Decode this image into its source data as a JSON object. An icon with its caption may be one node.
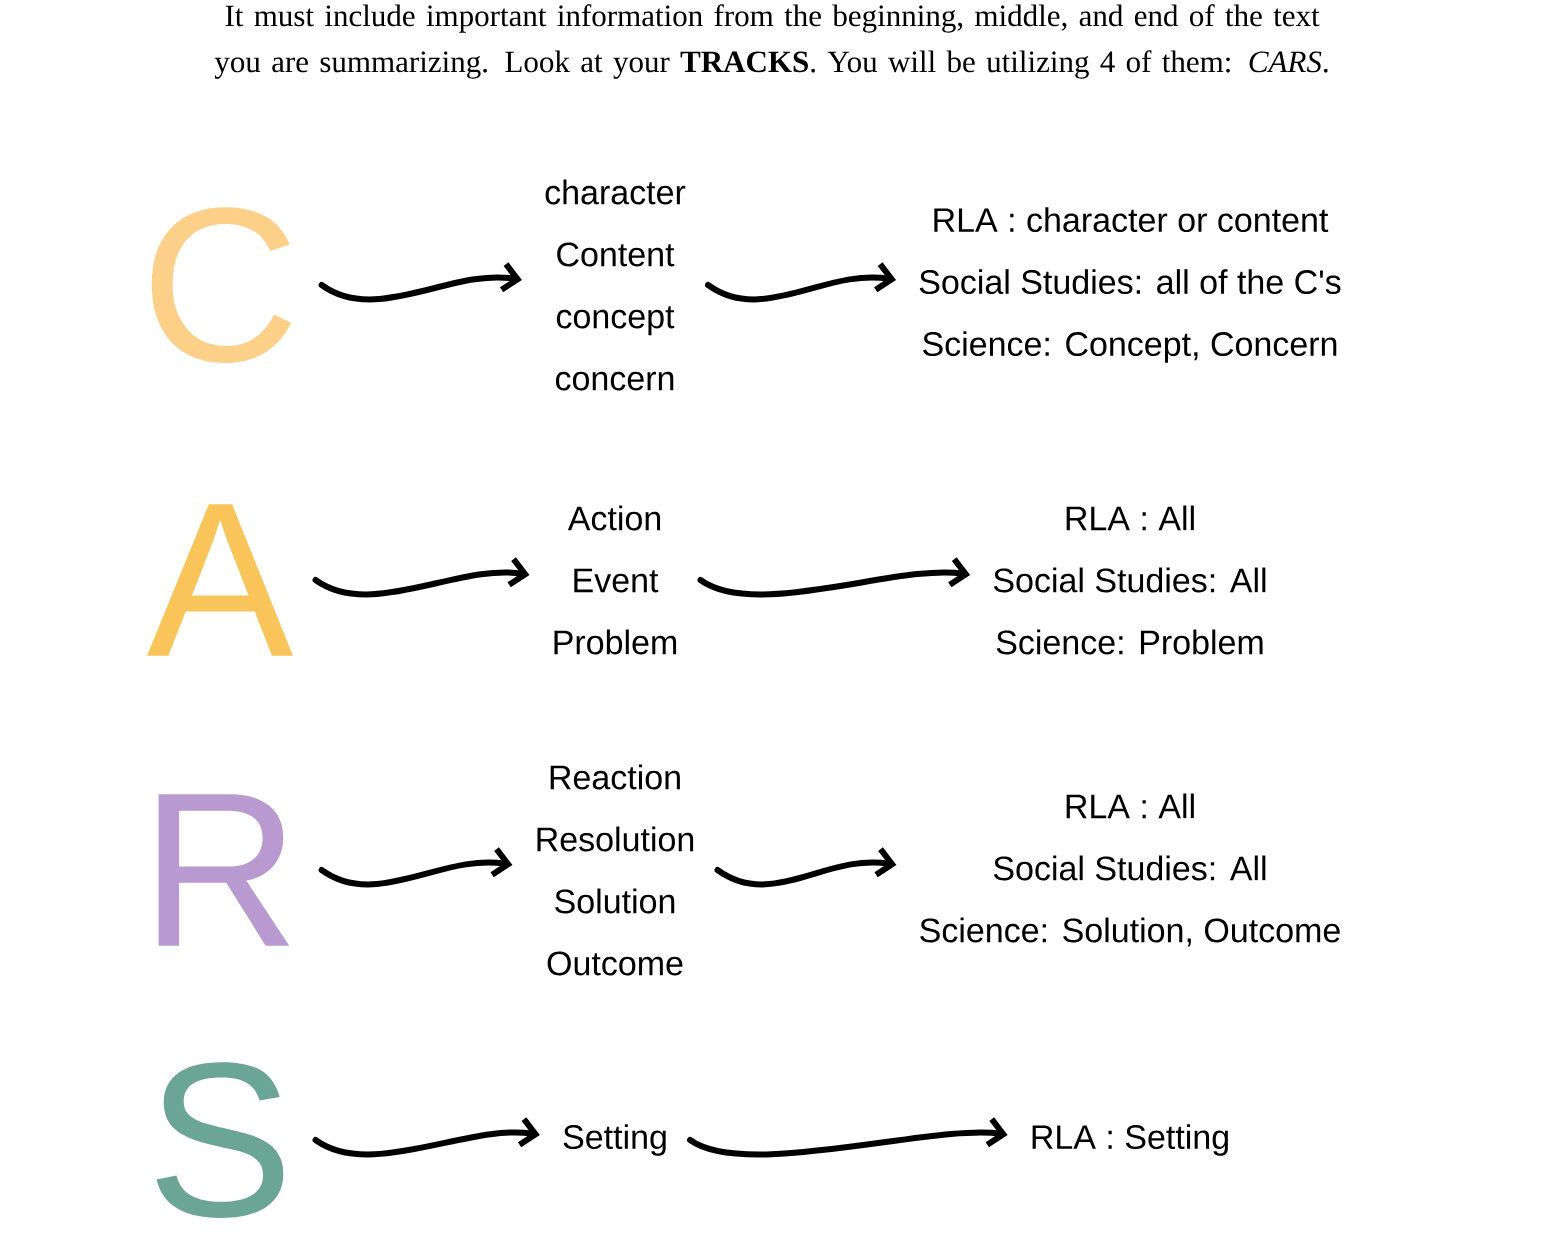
{
  "diagram": {
    "title": "It must include important information from the beginning, middle, and end of the text you are summarizing. Look at your **TRACKS**.  You will be utilizing 4 of them: *CARS*.",
    "nodes": [
      {
        "text": [
          "C"
        ]
      },
      {
        "text": [
          "character",
          "Content",
          "concept",
          "concern"
        ]
      },
      {
        "text": [
          "RLA : character or content",
          "Social Studies: all of the C's",
          "Science: Concept, Concern"
        ]
      },
      {
        "text": [
          "A"
        ]
      },
      {
        "text": [
          "Action",
          "Event",
          "Problem"
        ]
      },
      {
        "text": [
          "RLA : All",
          "Social Studies: All",
          "Science: Problem"
        ]
      },
      {
        "text": [
          "R"
        ]
      },
      {
        "text": [
          "Reaction",
          "Resolution",
          "Solution",
          "Outcome"
        ]
      },
      {
        "text": [
          "RLA : All",
          "Social Studies: All",
          "Science: Solution, Outcome"
        ]
      },
      {
        "text": [
          "S"
        ]
      },
      {
        "text": [
          "Setting"
        ]
      },
      {
        "text": [
          "RLA : Setting"
        ]
      }
    ],
    "edges": [
      {
        "from": 0,
        "to": 1,
        "arrow": "to"
      },
      {
        "from": 1,
        "to": 2,
        "arrow": "to"
      },
      {
        "from": 3,
        "to": 4,
        "arrow": "to"
      },
      {
        "from": 4,
        "to": 5,
        "arrow": "to"
      },
      {
        "from": 6,
        "to": 7,
        "arrow": "to"
      },
      {
        "from": 7,
        "to": 8,
        "arrow": "to"
      },
      {
        "from": 9,
        "to": 10,
        "arrow": "to"
      },
      {
        "from": 10,
        "to": 11,
        "arrow": "to"
      }
    ]
  }
}
